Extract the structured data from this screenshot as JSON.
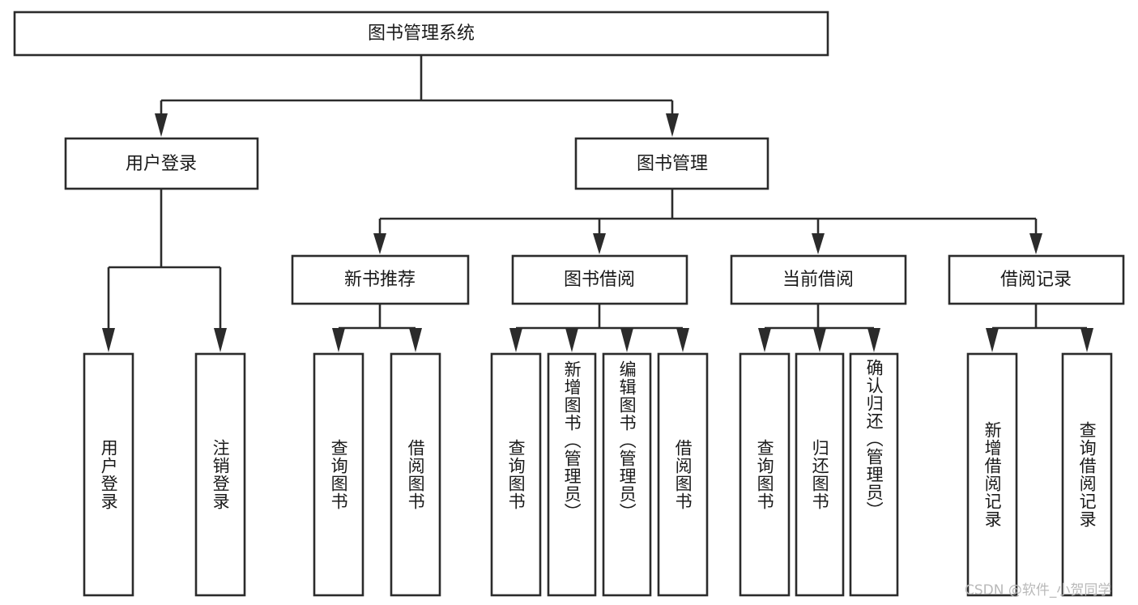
{
  "diagram": {
    "type": "tree-hierarchy",
    "title": "图书管理系统",
    "orientation": "top-down",
    "colors": {
      "box_stroke": "#2b2b2b",
      "box_fill": "#ffffff",
      "text": "#1a1a1a",
      "background": "#ffffff",
      "watermark": "#b9b9b9"
    },
    "root": {
      "label": "图书管理系统"
    },
    "level2": [
      {
        "label": "用户登录"
      },
      {
        "label": "图书管理"
      }
    ],
    "level3": [
      {
        "label": "新书推荐"
      },
      {
        "label": "图书借阅"
      },
      {
        "label": "当前借阅"
      },
      {
        "label": "借阅记录"
      }
    ],
    "leaves": {
      "user_login": [
        {
          "label": "用户登录"
        },
        {
          "label": "注销登录"
        }
      ],
      "new_book_recommend": [
        {
          "label": "查询图书"
        },
        {
          "label": "借阅图书"
        }
      ],
      "book_borrow": [
        {
          "label": "查询图书"
        },
        {
          "label": "新增图书（管理员）"
        },
        {
          "label": "编辑图书（管理员）"
        },
        {
          "label": "借阅图书"
        }
      ],
      "current_borrow": [
        {
          "label": "查询图书"
        },
        {
          "label": "归还图书"
        },
        {
          "label": "确认归还（管理员）"
        }
      ],
      "borrow_record": [
        {
          "label": "新增借阅记录"
        },
        {
          "label": "查询借阅记录"
        }
      ]
    }
  },
  "watermark": {
    "text": "CSDN @软件_小贺同学"
  }
}
